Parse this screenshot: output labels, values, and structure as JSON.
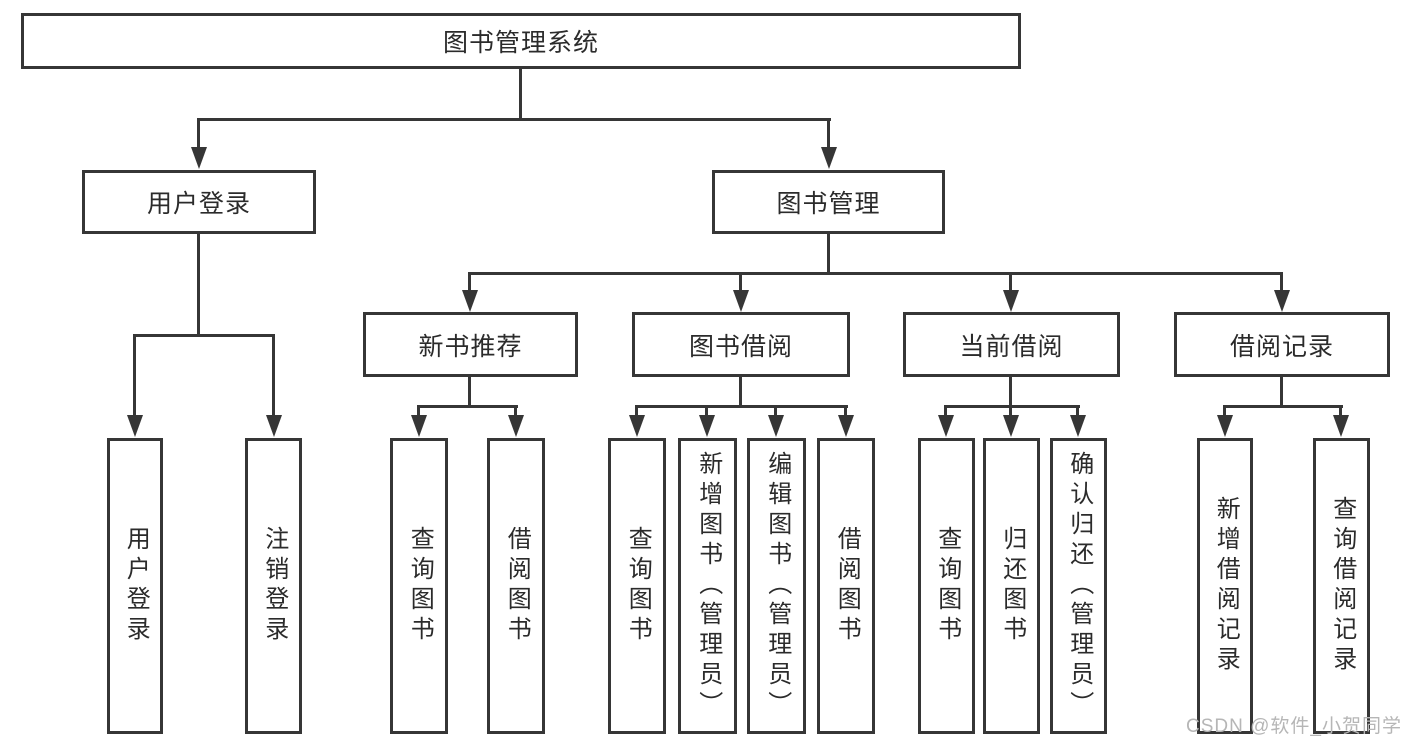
{
  "diagram_type": "functional-structure-tree",
  "hierarchy": {
    "label": "图书管理系统",
    "children": [
      {
        "label": "用户登录",
        "children": [
          {
            "label": "用户登录"
          },
          {
            "label": "注销登录"
          }
        ]
      },
      {
        "label": "图书管理",
        "children": [
          {
            "label": "新书推荐",
            "children": [
              {
                "label": "查询图书"
              },
              {
                "label": "借阅图书"
              }
            ]
          },
          {
            "label": "图书借阅",
            "children": [
              {
                "label": "查询图书"
              },
              {
                "label": "新增图书（管理员）"
              },
              {
                "label": "编辑图书（管理员）"
              },
              {
                "label": "借阅图书"
              }
            ]
          },
          {
            "label": "当前借阅",
            "children": [
              {
                "label": "查询图书"
              },
              {
                "label": "归还图书"
              },
              {
                "label": "确认归还（管理员）"
              }
            ]
          },
          {
            "label": "借阅记录",
            "children": [
              {
                "label": "新增借阅记录"
              },
              {
                "label": "查询借阅记录"
              }
            ]
          }
        ]
      }
    ]
  },
  "watermark": {
    "text": "CSDN @软件_小贺同学"
  },
  "colors": {
    "background": "#ffffff",
    "line": "#363636",
    "text": "#2b2b2b",
    "watermark": "#b6b6b6"
  }
}
